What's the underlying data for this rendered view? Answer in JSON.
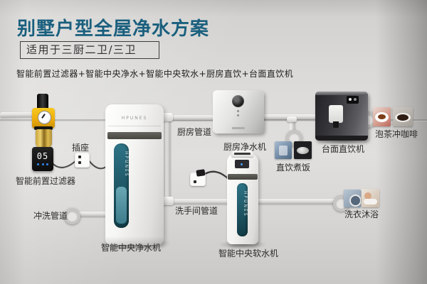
{
  "header": {
    "title": "别墅户型全屋净水方案",
    "subtitle": "适用于三厨二卫/三卫",
    "description": "智能前置过滤器+智能中央净水+智能中央软水+厨房直饮+台面直饮机"
  },
  "brand": "HPUNES",
  "colors": {
    "title": "#1a5f7e",
    "teal_mid": "#2e7487",
    "teal_dark": "#113c46",
    "yellow": "#eead0c"
  },
  "devices": {
    "prefilter": {
      "label": "智能前置过滤器",
      "display": "05"
    },
    "central_purifier": {
      "label": "智能中央净水机"
    },
    "kitchen_purifier": {
      "label": "厨房净水机"
    },
    "countertop_dispenser": {
      "label": "台面直饮机"
    },
    "softener": {
      "label": "智能中央软水机"
    }
  },
  "labels": {
    "socket": "插座",
    "kitchen_pipe": "厨房管道",
    "washroom_pipe": "洗手间管道",
    "flush_pipe": "冲洗管道"
  },
  "usages": {
    "direct_drink": "直饮",
    "cook_rice": "煮饭",
    "tea": "泡茶",
    "coffee": "冲咖啡",
    "laundry": "洗衣",
    "bath": "沐浴"
  }
}
